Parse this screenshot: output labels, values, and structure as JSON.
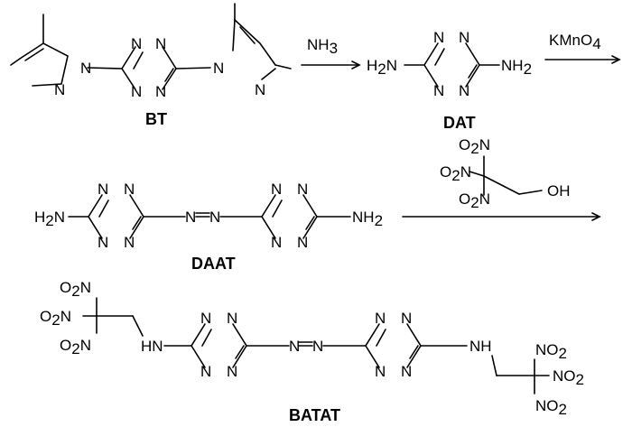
{
  "compounds": {
    "bt": "BT",
    "dat": "DAT",
    "daat": "DAAT",
    "batat": "BATAT"
  },
  "atoms": {
    "N": "N",
    "H2N": "H",
    "NH2": "NH",
    "sub2": "2",
    "NH": "NH",
    "HN": "HN",
    "NO2": "NO",
    "O2N": "O",
    "O2N_tail": "N",
    "OH": "OH"
  },
  "reagents": {
    "step1": "NH",
    "step1_sub": "3",
    "step2": "KMnO",
    "step2_sub": "4"
  }
}
